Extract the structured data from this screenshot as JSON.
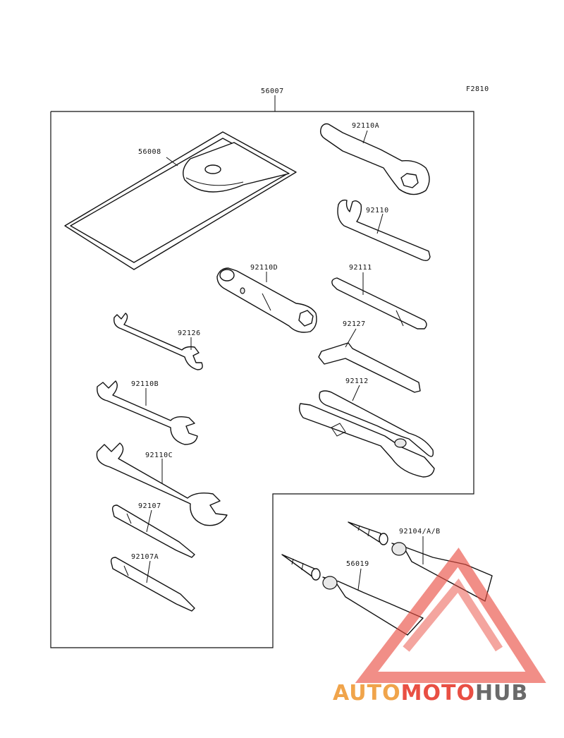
{
  "figure_code": "F2810",
  "parts": {
    "kit": "56007",
    "pouch": "56008",
    "box_wrench": "92110A",
    "hook_wrench": "92110",
    "plug_wrench": "92110D",
    "bar": "92111",
    "hex_key": "92127",
    "pliers": "92112",
    "wrench_small": "92126",
    "wrench_mid": "92110B",
    "wrench_large": "92110C",
    "screwdriver_a": "92107",
    "screwdriver_b": "92107A",
    "grease_tube_a": "92104/A/B",
    "grease_tube_b": "56019"
  },
  "watermark": {
    "word_1": "AUTO",
    "word_2": "MOTO",
    "word_3": "HUB",
    "colors": {
      "orange": "#f0a44b",
      "red": "#e94f43",
      "gray": "#6a6a6a"
    }
  }
}
